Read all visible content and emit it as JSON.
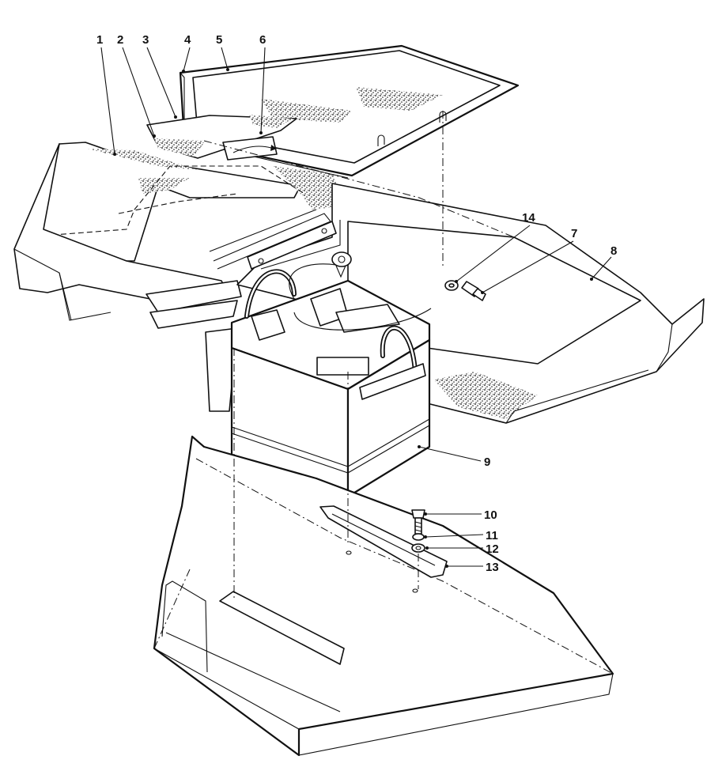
{
  "diagram": {
    "callouts": [
      {
        "id": "1",
        "label": "1"
      },
      {
        "id": "2",
        "label": "2"
      },
      {
        "id": "3",
        "label": "3"
      },
      {
        "id": "4",
        "label": "4"
      },
      {
        "id": "5",
        "label": "5"
      },
      {
        "id": "6",
        "label": "6"
      },
      {
        "id": "7",
        "label": "7"
      },
      {
        "id": "8",
        "label": "8"
      },
      {
        "id": "9",
        "label": "9"
      },
      {
        "id": "10",
        "label": "10"
      },
      {
        "id": "11",
        "label": "11"
      },
      {
        "id": "12",
        "label": "12"
      },
      {
        "id": "13",
        "label": "13"
      },
      {
        "id": "14",
        "label": "14"
      }
    ],
    "colors": {
      "ink": "#111111",
      "paper": "#ffffff"
    }
  }
}
